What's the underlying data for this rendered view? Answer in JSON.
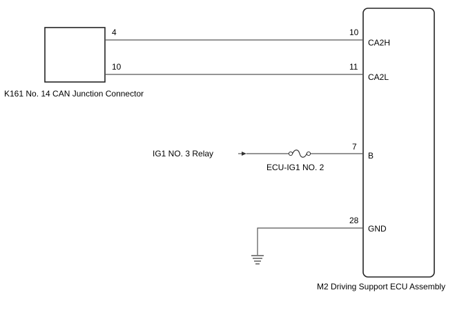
{
  "junction_connector": {
    "label": "K161  No. 14 CAN Junction Connector",
    "pins": {
      "ca2h": "4",
      "ca2l": "10"
    }
  },
  "ecu": {
    "label": "M2  Driving Support ECU Assembly",
    "pins": {
      "ca2h": {
        "number": "10",
        "name": "CA2H"
      },
      "ca2l": {
        "number": "11",
        "name": "CA2L"
      },
      "b": {
        "number": "7",
        "name": "B"
      },
      "gnd": {
        "number": "28",
        "name": "GND"
      }
    }
  },
  "power_source": {
    "label": "IG1 NO. 3 Relay"
  },
  "fuse": {
    "label": "ECU-IG1 NO. 2"
  },
  "colors": {
    "wire": "#555555",
    "outline": "#222222",
    "text": "#000000"
  },
  "icons": {
    "fuse": "fuse-symbol-icon",
    "ground": "ground-symbol-icon",
    "arrow": "arrow-right-icon"
  }
}
